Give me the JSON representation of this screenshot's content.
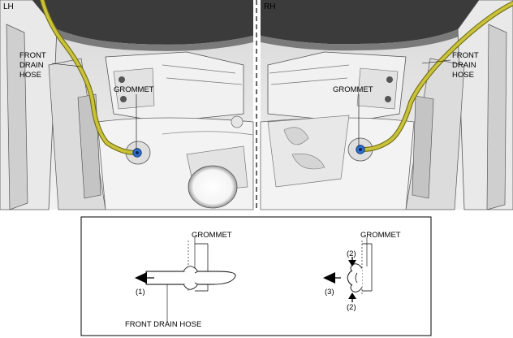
{
  "top": {
    "left_side": "LH",
    "right_side": "RH",
    "left_hose_label": [
      "FRONT",
      "DRAIN",
      "HOSE"
    ],
    "right_hose_label": [
      "FRONT",
      "DRAIN",
      "HOSE"
    ],
    "left_grommet_label": "GROMMET",
    "right_grommet_label": "GROMMET"
  },
  "detail": {
    "left_grommet_label": "GROMMET",
    "left_hose_label": "FRONT DRAIN HOSE",
    "step1": "(1)",
    "right_grommet_label": "GROMMET",
    "step2_top": "(2)",
    "step2_bottom": "(2)",
    "step3": "(3)"
  },
  "colors": {
    "hose": "#c9c23a",
    "hose_dark": "#6f6a12",
    "grommet": "#2f6fd0"
  }
}
